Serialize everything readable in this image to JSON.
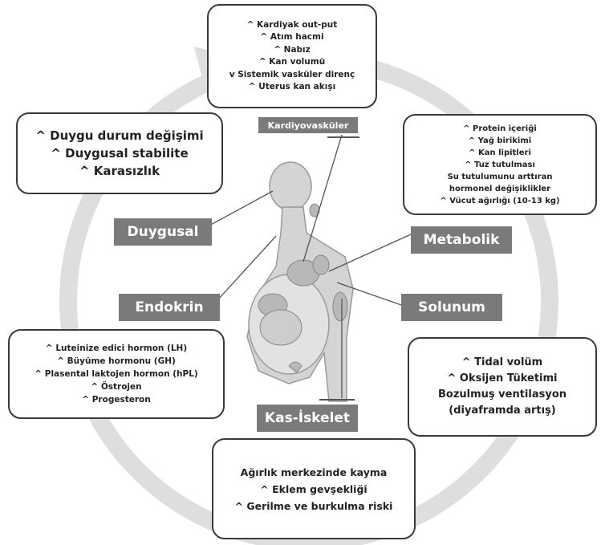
{
  "colors": {
    "ring": "#dedede",
    "label_bg": "#7a7a7a",
    "border": "#3a3a3a",
    "figure": "#cfcfcf"
  },
  "cardiovascular": {
    "label": "Kardiyovasküler",
    "items": [
      "^ Kardiyak out-put",
      "^ Atım hacmi",
      "^ Nabız",
      "^ Kan volumü",
      "v Sistemik vasküler direnç",
      "^ Uterus kan akışı"
    ]
  },
  "emotional": {
    "label": "Duygusal",
    "items": [
      "^ Duygu durum değişimi",
      "^ Duygusal stabilite",
      "^ Karasızlık"
    ]
  },
  "metabolic": {
    "label": "Metabolik",
    "items": [
      "^ Protein içeriği",
      "^ Yağ birikimi",
      "^ Kan lipitleri",
      "^ Tuz tutulması",
      "Su tutulumunu arttıran",
      "hormonel değişiklikler",
      "^ Vücut ağırlığı (10-13 kg)"
    ]
  },
  "endocrine": {
    "label": "Endokrin",
    "items": [
      "^ Luteinize edici hormon (LH)",
      "^ Büyüme hormonu (GH)",
      "^ Plasental laktojen hormon (hPL)",
      "^ Östrojen",
      "^ Progesteron"
    ]
  },
  "respiratory": {
    "label": "Solunum",
    "items": [
      "^ Tidal volüm",
      "^ Oksijen Tüketimi",
      "Bozulmuş ventilasyon",
      "(diyaframda artış)"
    ]
  },
  "musculoskeletal": {
    "label": "Kas-İskelet",
    "items": [
      "Ağırlık merkezinde kayma",
      "^ Eklem gevşekliği",
      "^ Gerilme ve burkulma riski"
    ]
  }
}
